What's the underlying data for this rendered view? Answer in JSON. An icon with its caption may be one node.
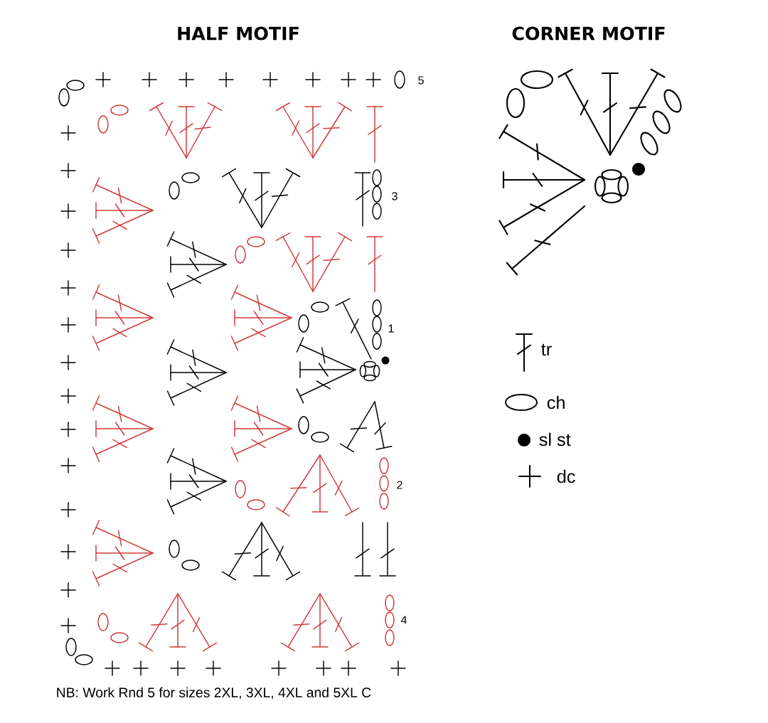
{
  "diagram": {
    "labels": [
      "HALF MOTIF",
      "CORNER MOTIF",
      "5",
      "3",
      "1",
      "2",
      "4",
      "NB: Work Rnd 5 for sizes 2XL, 3XL, 4XL and 5XL C"
    ],
    "legend": [
      {
        "text": "tr"
      },
      {
        "text": "ch"
      },
      {
        "text": "sl st"
      },
      {
        "text": "dc"
      }
    ]
  }
}
